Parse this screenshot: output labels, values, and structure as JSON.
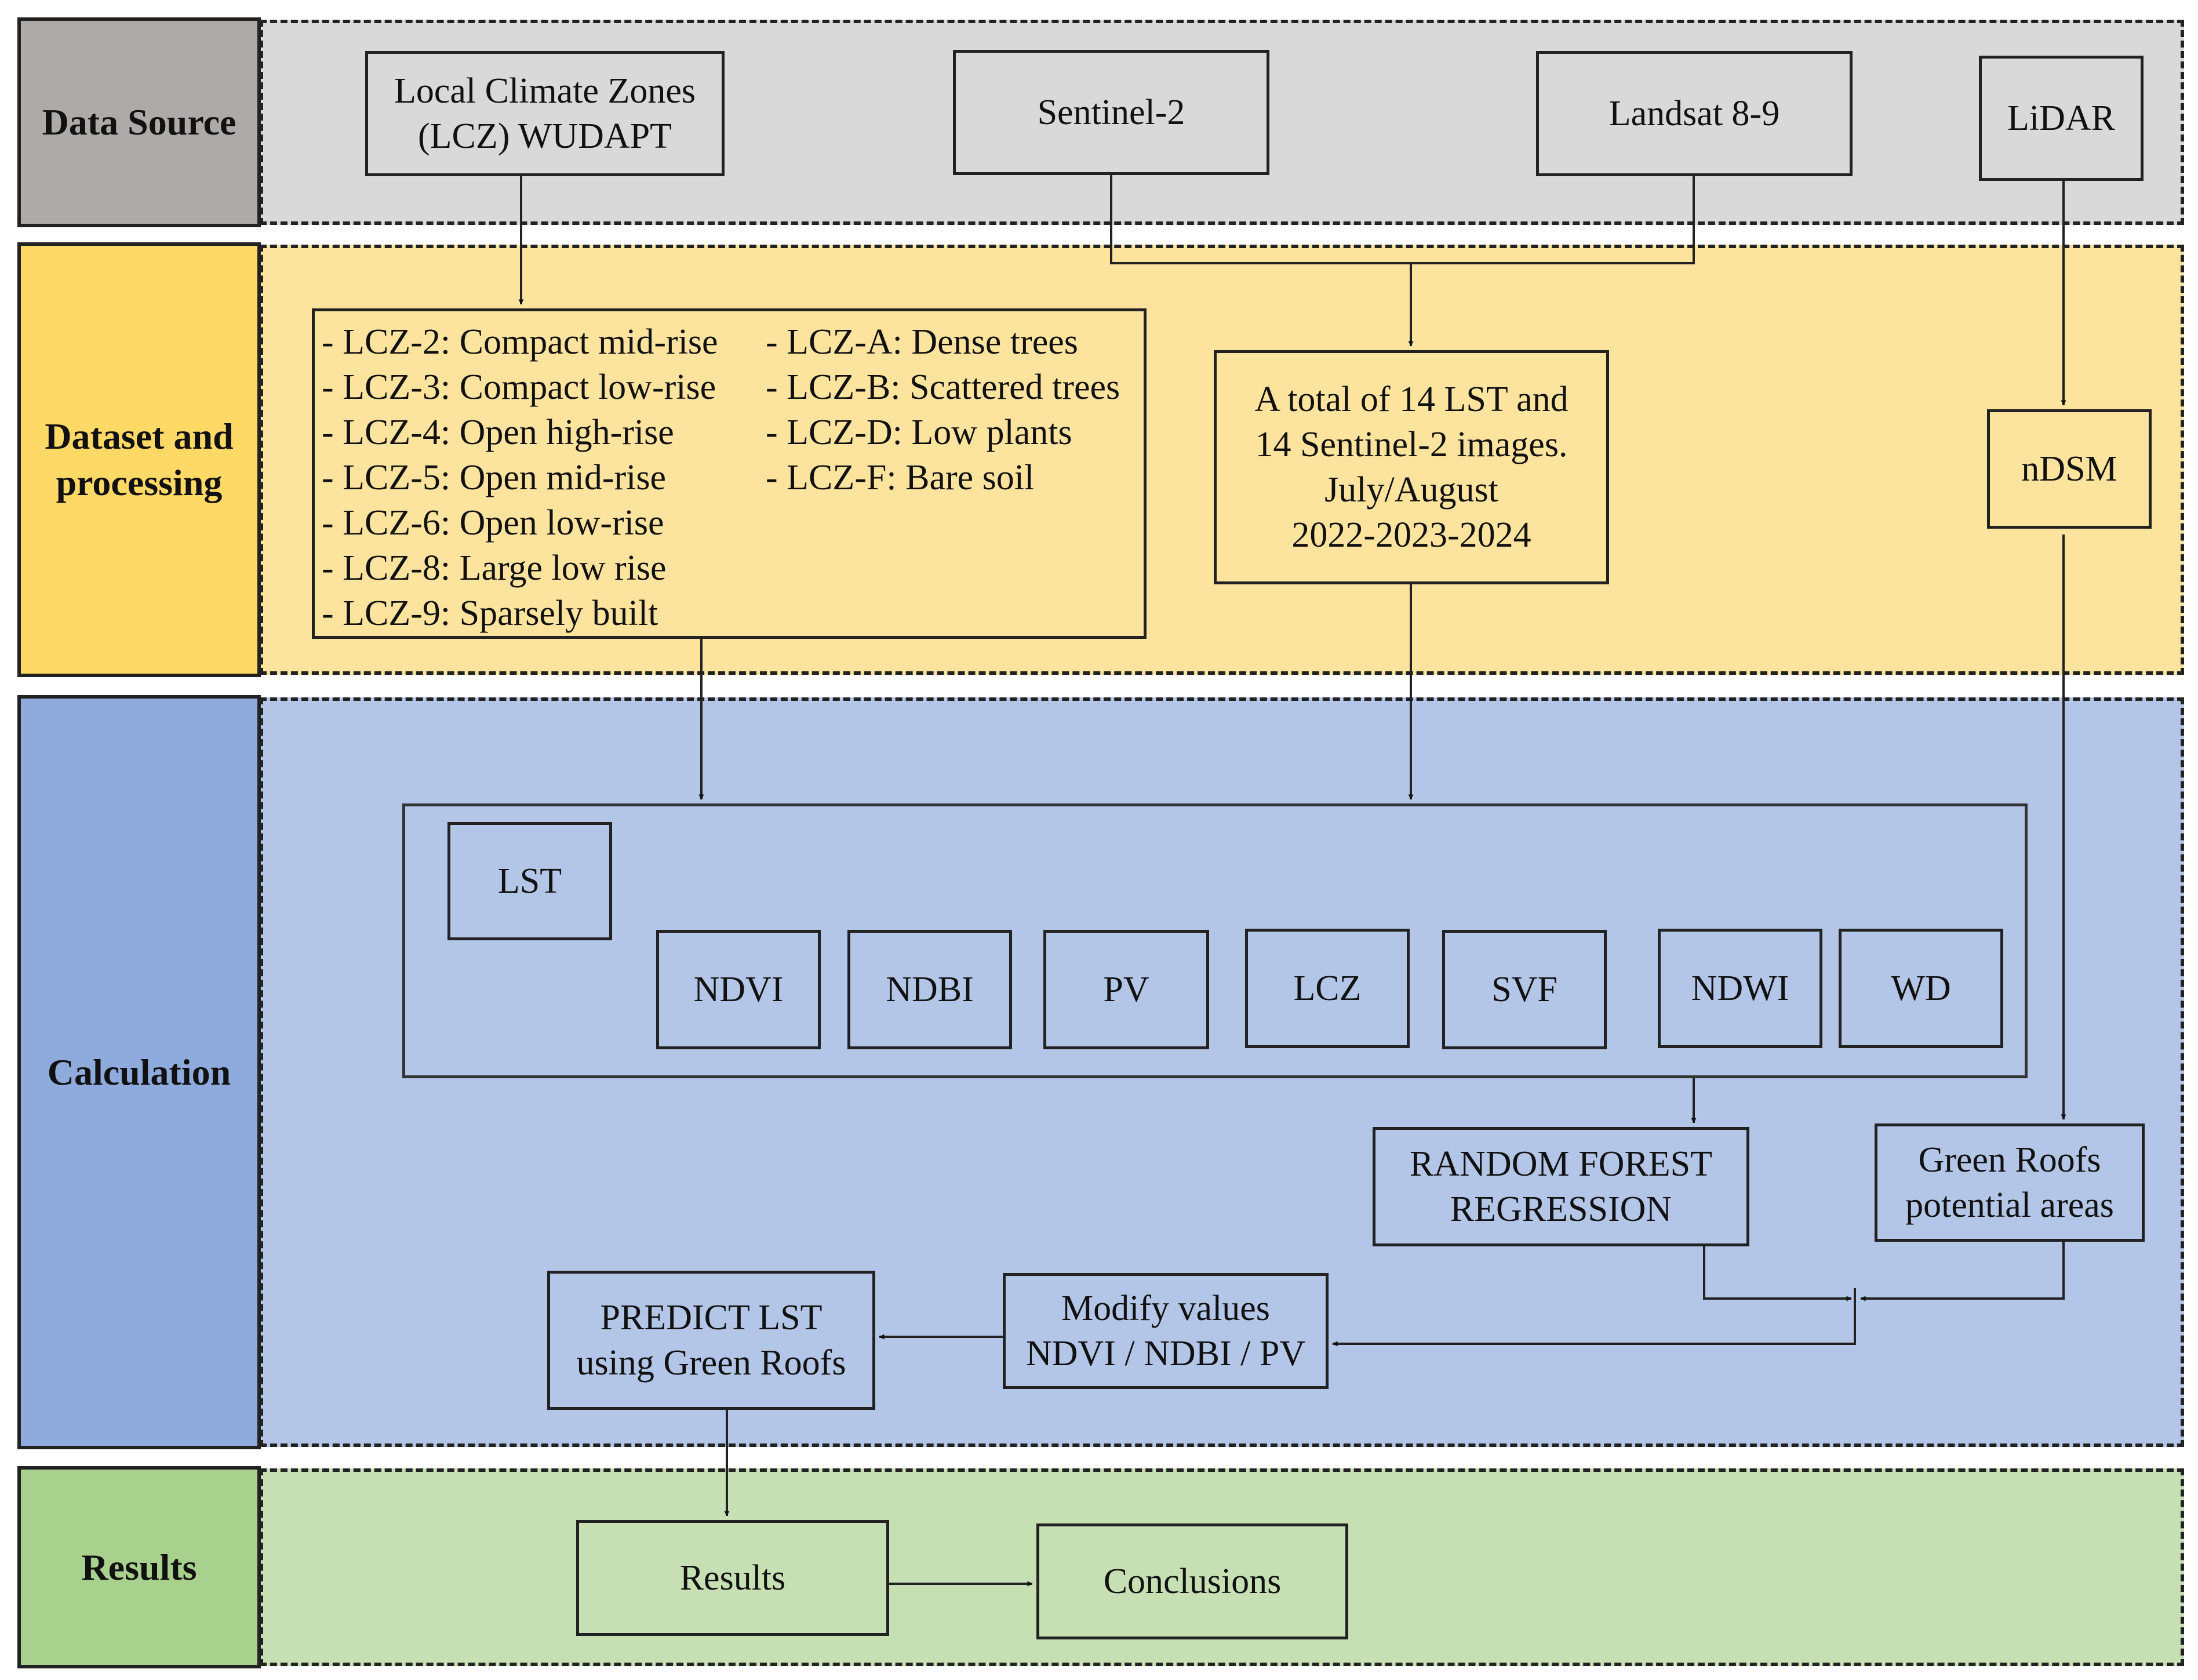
{
  "rows": {
    "data_source": "Data Source",
    "dataset": "Dataset and\nprocessing",
    "calculation": "Calculation",
    "results": "Results"
  },
  "sources": {
    "lcz": "Local Climate Zones\n(LCZ) WUDAPT",
    "sentinel": "Sentinel-2",
    "landsat": "Landsat 8-9",
    "lidar": "LiDAR"
  },
  "lcz_classes": {
    "left": [
      "- LCZ-2:  Compact mid-rise",
      "- LCZ-3:  Compact low-rise",
      "- LCZ-4:  Open high-rise",
      "- LCZ-5:  Open mid-rise",
      "- LCZ-6:  Open low-rise",
      "- LCZ-8:  Large low rise",
      "- LCZ-9:  Sparsely built"
    ],
    "right": [
      "- LCZ-A:  Dense trees",
      "- LCZ-B:  Scattered trees",
      "- LCZ-D:  Low plants",
      "- LCZ-F:  Bare soil"
    ]
  },
  "images_box": "A total of 14 LST and\n14 Sentinel-2 images.\nJuly/August\n2022-2023-2024",
  "ndsm": "nDSM",
  "variables": {
    "lst": "LST",
    "ndvi": "NDVI",
    "ndbi": "NDBI",
    "pv": "PV",
    "lcz": "LCZ",
    "svf": "SVF",
    "ndwi": "NDWI",
    "wd": "WD"
  },
  "rf": "RANDOM FOREST\nREGRESSION",
  "green_roofs": "Green Roofs\npotential areas",
  "modify": "Modify values\nNDVI / NDBI / PV",
  "predict": "PREDICT LST\nusing Green Roofs",
  "results_box": "Results",
  "conclusions": "Conclusions"
}
